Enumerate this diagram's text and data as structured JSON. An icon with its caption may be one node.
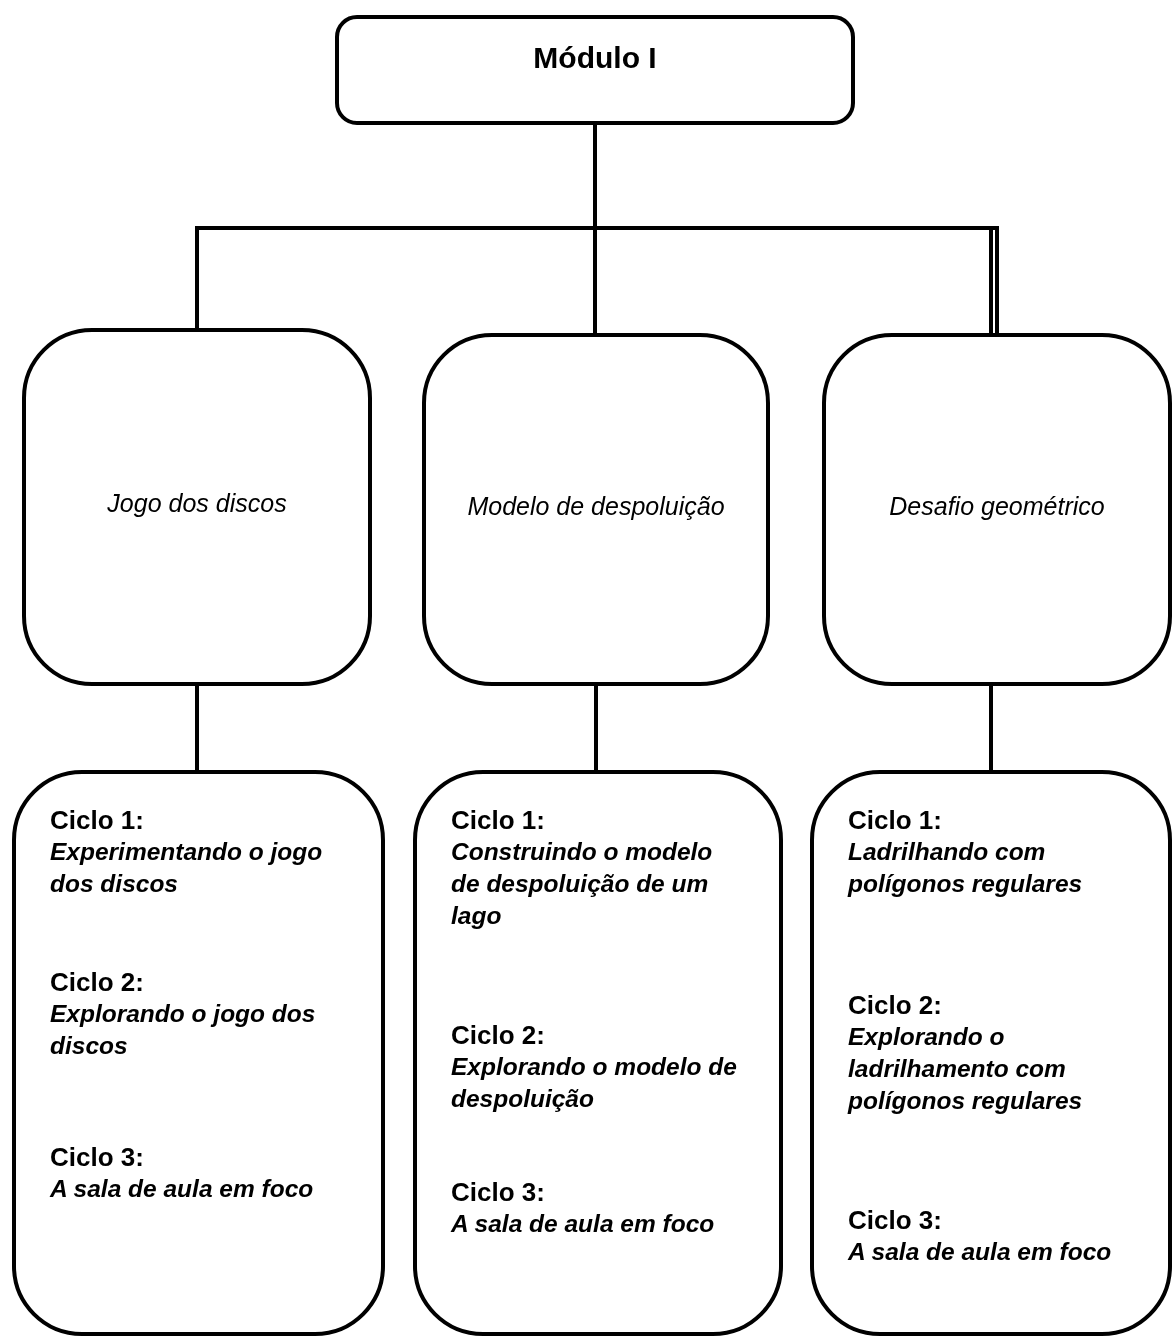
{
  "diagram": {
    "nodes": [
      {
        "text": [
          "Módulo I"
        ]
      },
      {
        "text": [
          "Jogo dos discos"
        ]
      },
      {
        "text": [
          "Modelo de despoluição"
        ]
      },
      {
        "text": [
          "Desafio geométrico"
        ]
      },
      {
        "text": [
          "Ciclo 1:",
          "Experimentando o jogo dos discos",
          "Ciclo 2:",
          "Explorando o jogo dos discos",
          "Ciclo 3:",
          "A sala de aula em foco"
        ]
      },
      {
        "text": [
          "Ciclo 1:",
          "Construindo o modelo de despoluição de um lago",
          "Ciclo 2:",
          "Explorando o modelo de despoluição",
          "Ciclo 3:",
          "A sala de aula em foco"
        ]
      },
      {
        "text": [
          "Ciclo 1:",
          "Ladrilhando com polígonos regulares",
          "Ciclo 2:",
          "Explorando o ladrilhamento com polígonos regulares",
          "Ciclo 3:",
          "A sala de aula em foco"
        ]
      }
    ],
    "edges": [
      {
        "from": 0,
        "to": 1,
        "arrow": "none"
      },
      {
        "from": 0,
        "to": 2,
        "arrow": "none"
      },
      {
        "from": 0,
        "to": 3,
        "arrow": "none"
      },
      {
        "from": 1,
        "to": 4,
        "arrow": "none"
      },
      {
        "from": 2,
        "to": 5,
        "arrow": "none"
      },
      {
        "from": 3,
        "to": 6,
        "arrow": "none"
      }
    ]
  }
}
